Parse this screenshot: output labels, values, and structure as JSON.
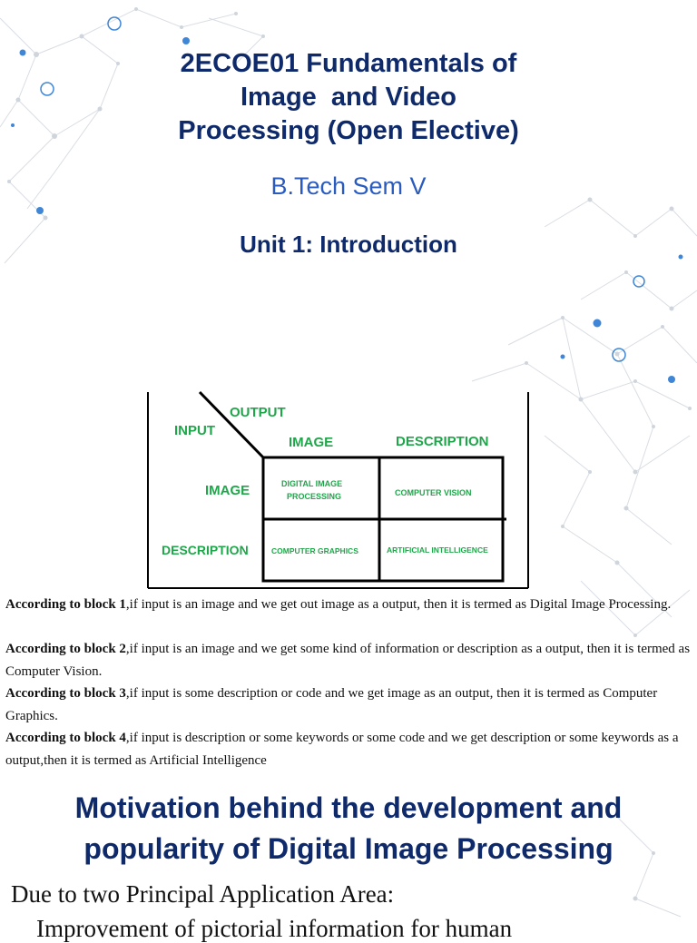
{
  "title": {
    "line1": "2ECOE01 Fundamentals of",
    "line2": "Image  and Video",
    "line3": "Processing (Open Elective)"
  },
  "subtitle": "B.Tech Sem V",
  "unit": "Unit 1: Introduction",
  "diagram": {
    "output_label": "OUTPUT",
    "input_label": "INPUT",
    "col_image": "IMAGE",
    "col_description": "DESCRIPTION",
    "row_image": "IMAGE",
    "row_description": "DESCRIPTION",
    "cell_dip_1": "DIGITAL IMAGE",
    "cell_dip_2": "PROCESSING",
    "cell_cv": "COMPUTER VISION",
    "cell_cg": "COMPUTER GRAPHICS",
    "cell_ai": "ARTIFICIAL INTELLIGENCE",
    "label_color": "#1fa64a"
  },
  "blocks": [
    {
      "lead": "According to block 1",
      "text": ",if input is an image and we get out image as a output, then it is termed as Digital Image Processing."
    },
    {
      "lead": "According to block 2",
      "text": ",if input is an image and we get some kind of information or description as a output, then it is termed as Computer Vision."
    },
    {
      "lead": "According to block 3",
      "text": ",if input is some description or code and we get image as an output, then it is termed as Computer Graphics."
    },
    {
      "lead": "According to block 4",
      "text": ",if input is description or some keywords or some code and we get description or some keywords as a output,then it is termed as Artificial Intelligence"
    }
  ],
  "heading": {
    "line1": "Motivation behind the development and",
    "line2": "popularity of Digital Image Processing"
  },
  "due_text": "Due to two Principal Application Area:",
  "cut_text": "Improvement of pictorial information for human"
}
